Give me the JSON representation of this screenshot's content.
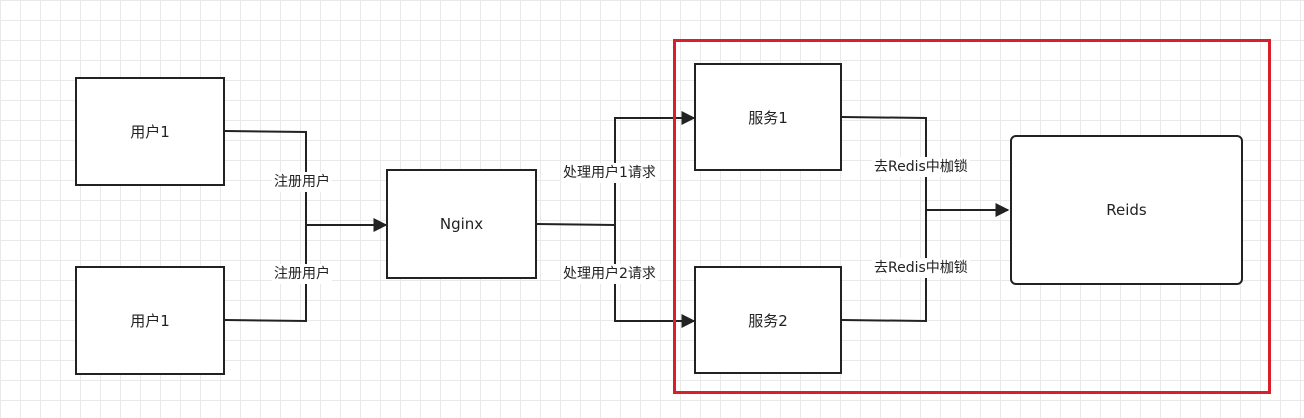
{
  "nodes": {
    "user_a": "用户1",
    "user_b": "用户1",
    "nginx": "Nginx",
    "service1": "服务1",
    "service2": "服务2",
    "redis": "Reids"
  },
  "edges": {
    "register_a": "注册用户",
    "register_b": "注册用户",
    "handle_1": "处理用户1请求",
    "handle_2": "处理用户2请求",
    "lock_1": "去Redis中枷锁",
    "lock_2": "去Redis中枷锁"
  },
  "colors": {
    "highlight": "#d9202a",
    "stroke": "#222222",
    "grid": "#e9e9e9"
  }
}
